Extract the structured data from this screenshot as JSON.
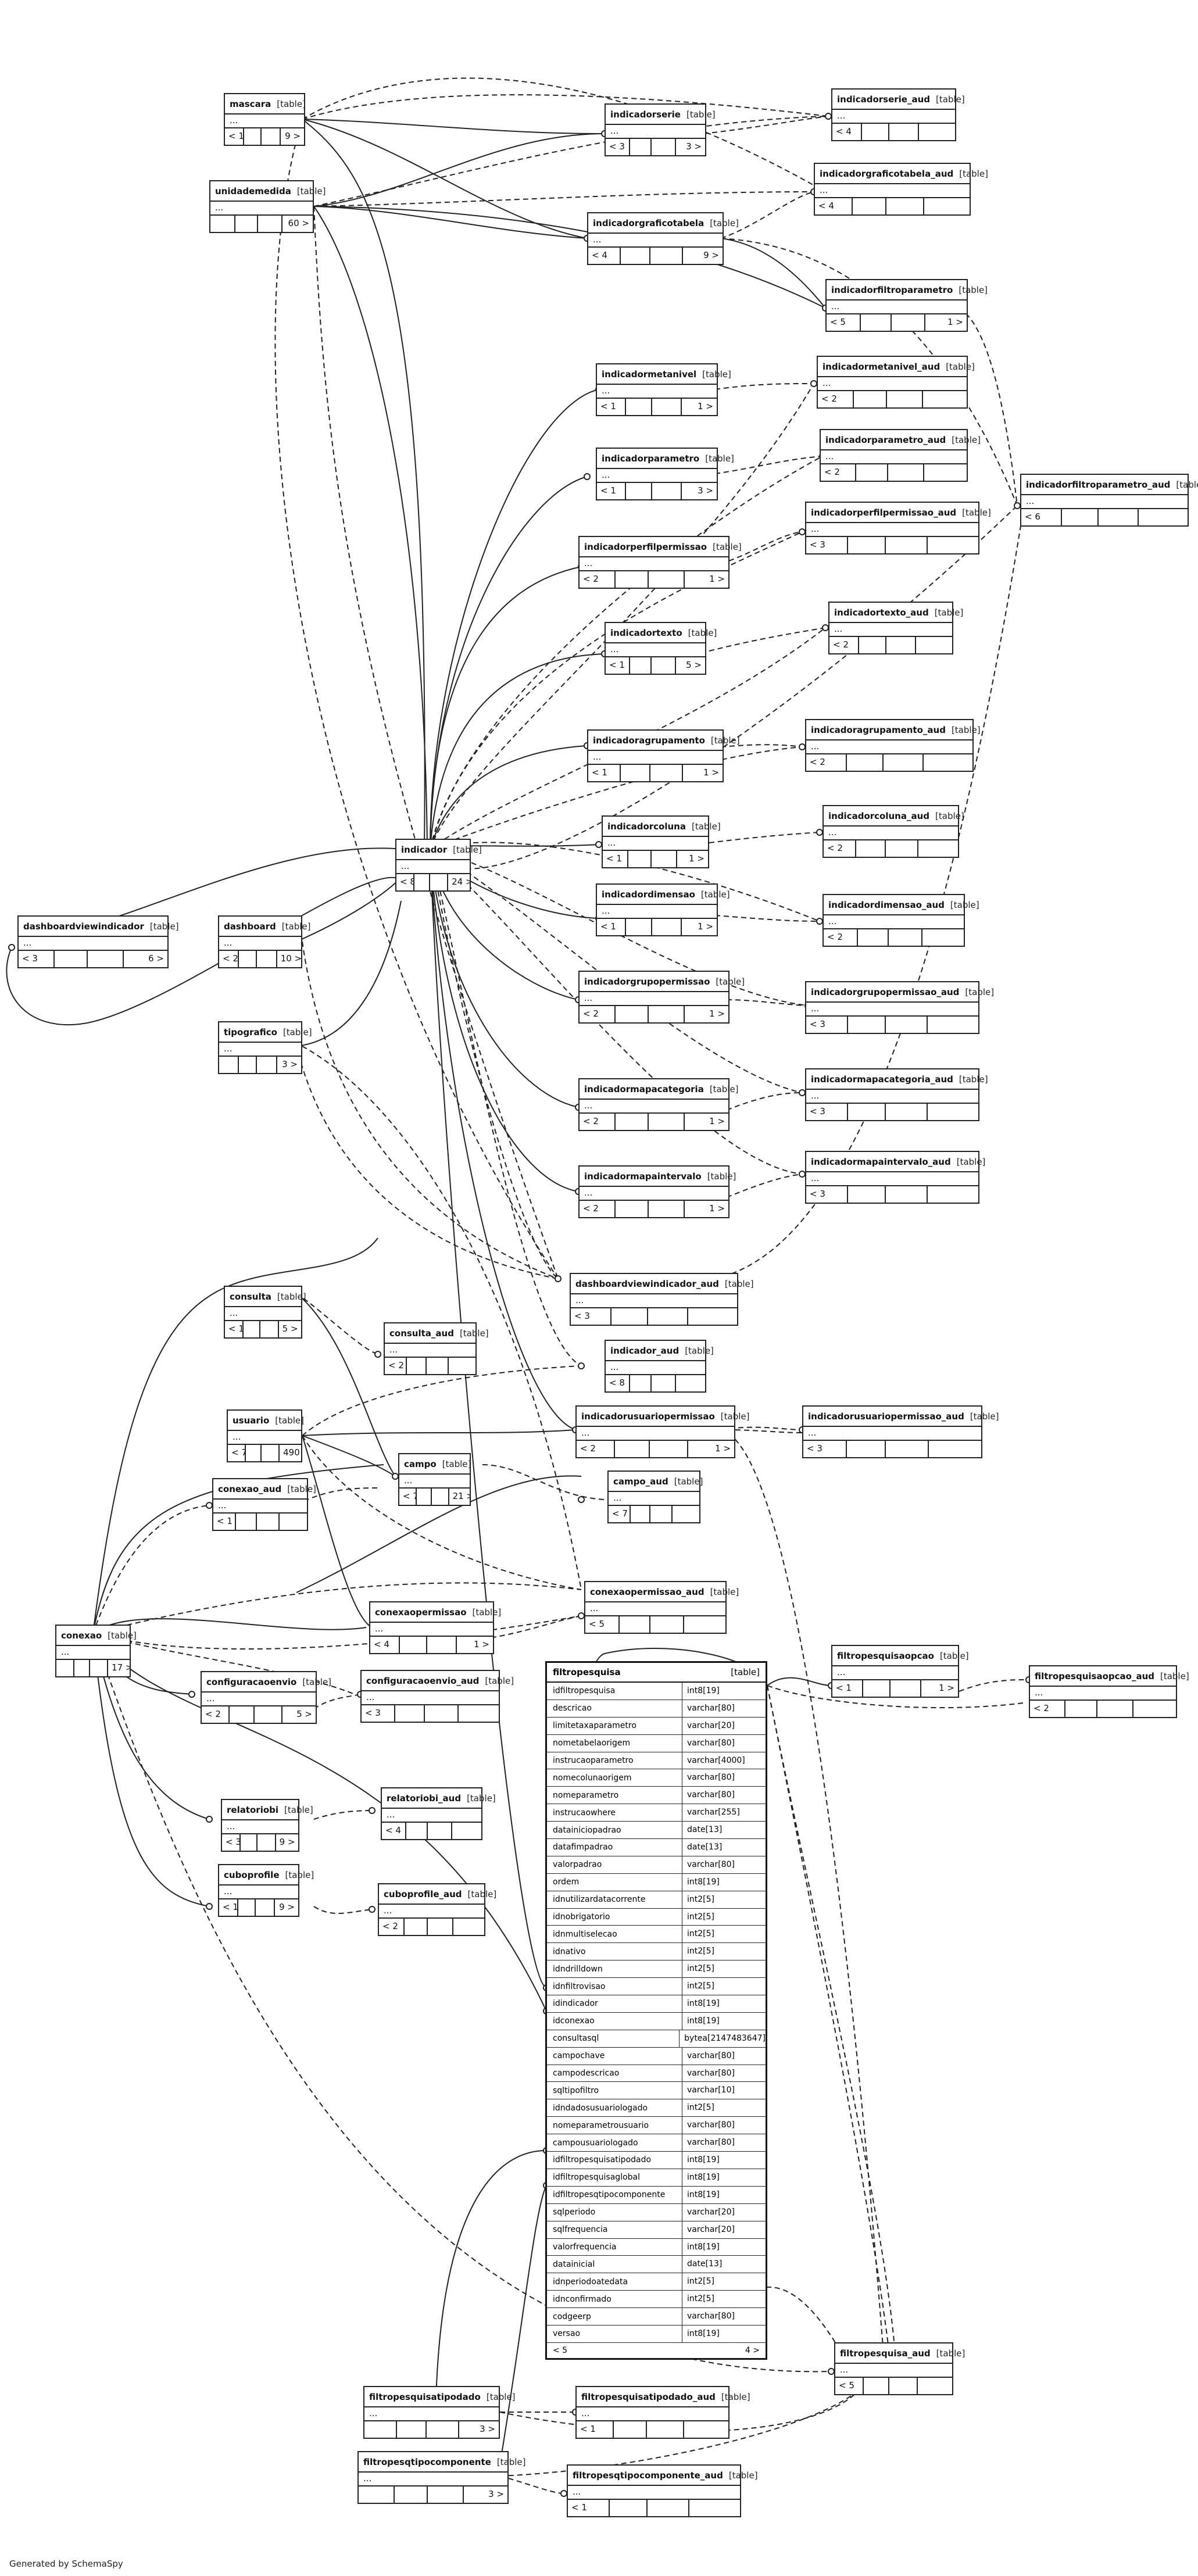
{
  "tables": [
    {
      "id": "usuario_top",
      "name": "mascara",
      "kind": "[table]",
      "mid": "...",
      "foot": [
        "< 1",
        "",
        "",
        "9 >"
      ]
    },
    {
      "id": "unidademedida",
      "name": "unidademedida",
      "kind": "[table]",
      "mid": "...",
      "foot": [
        "",
        "",
        "",
        "60 >"
      ]
    },
    {
      "id": "indicadorserie",
      "name": "indicadorserie",
      "kind": "[table]",
      "mid": "...",
      "foot": [
        "< 3",
        "",
        "",
        "3 >"
      ]
    },
    {
      "id": "indicadorserie_aud",
      "name": "indicadorserie_aud",
      "kind": "[table]",
      "mid": "...",
      "foot": [
        "< 4",
        "",
        "",
        ""
      ]
    },
    {
      "id": "indicadorgraficotabela_aud",
      "name": "indicadorgraficotabela_aud",
      "kind": "[table]",
      "mid": "...",
      "foot": [
        "< 4",
        "",
        "",
        ""
      ]
    },
    {
      "id": "indicadorgraficotabela",
      "name": "indicadorgraficotabela",
      "kind": "[table]",
      "mid": "...",
      "foot": [
        "< 4",
        "",
        "",
        "9 >"
      ]
    },
    {
      "id": "indicadorfiltroparametro",
      "name": "indicadorfiltroparametro",
      "kind": "[table]",
      "mid": "...",
      "foot": [
        "< 5",
        "",
        "",
        "1 >"
      ]
    },
    {
      "id": "indicadormetanivel",
      "name": "indicadormetanivel",
      "kind": "[table]",
      "mid": "...",
      "foot": [
        "< 1",
        "",
        "",
        "1 >"
      ]
    },
    {
      "id": "indicadormetanivel_aud",
      "name": "indicadormetanivel_aud",
      "kind": "[table]",
      "mid": "...",
      "foot": [
        "< 2",
        "",
        "",
        ""
      ]
    },
    {
      "id": "indicadorparametro",
      "name": "indicadorparametro",
      "kind": "[table]",
      "mid": "...",
      "foot": [
        "< 1",
        "",
        "",
        "3 >"
      ]
    },
    {
      "id": "indicadorparametro_aud",
      "name": "indicadorparametro_aud",
      "kind": "[table]",
      "mid": "...",
      "foot": [
        "< 2",
        "",
        "",
        ""
      ]
    },
    {
      "id": "indicadorfiltroparametro_aud",
      "name": "indicadorfiltroparametro_aud",
      "kind": "[table]",
      "mid": "...",
      "foot": [
        "< 6",
        "",
        "",
        ""
      ]
    },
    {
      "id": "indicadorperfilpermissao",
      "name": "indicadorperfilpermissao",
      "kind": "[table]",
      "mid": "...",
      "foot": [
        "< 2",
        "",
        "",
        "1 >"
      ]
    },
    {
      "id": "indicadorperfilpermissao_aud",
      "name": "indicadorperfilpermissao_aud",
      "kind": "[table]",
      "mid": "...",
      "foot": [
        "< 3",
        "",
        "",
        ""
      ]
    },
    {
      "id": "indicadortexto",
      "name": "indicadortexto",
      "kind": "[table]",
      "mid": "...",
      "foot": [
        "< 1",
        "",
        "",
        "5 >"
      ]
    },
    {
      "id": "indicadortexto_aud",
      "name": "indicadortexto_aud",
      "kind": "[table]",
      "mid": "...",
      "foot": [
        "< 2",
        "",
        "",
        ""
      ]
    },
    {
      "id": "indicadoragrupamento",
      "name": "indicadoragrupamento",
      "kind": "[table]",
      "mid": "...",
      "foot": [
        "< 1",
        "",
        "",
        "1 >"
      ]
    },
    {
      "id": "indicadoragrupamento_aud",
      "name": "indicadoragrupamento_aud",
      "kind": "[table]",
      "mid": "...",
      "foot": [
        "< 2",
        "",
        "",
        ""
      ]
    },
    {
      "id": "indicadorcoluna",
      "name": "indicadorcoluna",
      "kind": "[table]",
      "mid": "...",
      "foot": [
        "< 1",
        "",
        "",
        "1 >"
      ]
    },
    {
      "id": "indicadorcoluna_aud",
      "name": "indicadorcoluna_aud",
      "kind": "[table]",
      "mid": "...",
      "foot": [
        "< 2",
        "",
        "",
        ""
      ]
    },
    {
      "id": "indicador",
      "name": "indicador",
      "kind": "[table]",
      "mid": "...",
      "foot": [
        "< 8",
        "",
        "",
        "24 >"
      ]
    },
    {
      "id": "indicadordimensao",
      "name": "indicadordimensao",
      "kind": "[table]",
      "mid": "...",
      "foot": [
        "< 1",
        "",
        "",
        "1 >"
      ]
    },
    {
      "id": "indicadordimensao_aud",
      "name": "indicadordimensao_aud",
      "kind": "[table]",
      "mid": "...",
      "foot": [
        "< 2",
        "",
        "",
        ""
      ]
    },
    {
      "id": "dashboardviewindicador",
      "name": "dashboardviewindicador",
      "kind": "[table]",
      "mid": "...",
      "foot": [
        "< 3",
        "",
        "",
        "6 >"
      ]
    },
    {
      "id": "dashboard",
      "name": "dashboard",
      "kind": "[table]",
      "mid": "...",
      "foot": [
        "< 2",
        "",
        "",
        "10 >"
      ]
    },
    {
      "id": "indicadorgrupopermissao",
      "name": "indicadorgrupopermissao",
      "kind": "[table]",
      "mid": "...",
      "foot": [
        "< 2",
        "",
        "",
        "1 >"
      ]
    },
    {
      "id": "indicadorgrupopermissao_aud",
      "name": "indicadorgrupopermissao_aud",
      "kind": "[table]",
      "mid": "...",
      "foot": [
        "< 3",
        "",
        "",
        ""
      ]
    },
    {
      "id": "tipografico",
      "name": "tipografico",
      "kind": "[table]",
      "mid": "...",
      "foot": [
        "",
        "",
        "",
        "3 >"
      ]
    },
    {
      "id": "indicadormapacategoria",
      "name": "indicadormapacategoria",
      "kind": "[table]",
      "mid": "...",
      "foot": [
        "< 2",
        "",
        "",
        "1 >"
      ]
    },
    {
      "id": "indicadormapacategoria_aud",
      "name": "indicadormapacategoria_aud",
      "kind": "[table]",
      "mid": "...",
      "foot": [
        "< 3",
        "",
        "",
        ""
      ]
    },
    {
      "id": "indicadormapaintervalo",
      "name": "indicadormapaintervalo",
      "kind": "[table]",
      "mid": "...",
      "foot": [
        "< 2",
        "",
        "",
        "1 >"
      ]
    },
    {
      "id": "indicadormapaintervalo_aud",
      "name": "indicadormapaintervalo_aud",
      "kind": "[table]",
      "mid": "...",
      "foot": [
        "< 3",
        "",
        "",
        ""
      ]
    },
    {
      "id": "dashboardviewindicador_aud",
      "name": "dashboardviewindicador_aud",
      "kind": "[table]",
      "mid": "...",
      "foot": [
        "< 3",
        "",
        "",
        ""
      ]
    },
    {
      "id": "consulta",
      "name": "consulta",
      "kind": "[table]",
      "mid": "...",
      "foot": [
        "< 1",
        "",
        "",
        "5 >"
      ]
    },
    {
      "id": "consulta_aud",
      "name": "consulta_aud",
      "kind": "[table]",
      "mid": "...",
      "foot": [
        "< 2",
        "",
        "",
        ""
      ]
    },
    {
      "id": "indicador_aud",
      "name": "indicador_aud",
      "kind": "[table]",
      "mid": "...",
      "foot": [
        "< 8",
        "",
        "",
        ""
      ]
    },
    {
      "id": "usuario",
      "name": "usuario",
      "kind": "[table]",
      "mid": "...",
      "foot": [
        "< 7",
        "",
        "",
        "490 >"
      ]
    },
    {
      "id": "indicadorusuariopermissao",
      "name": "indicadorusuariopermissao",
      "kind": "[table]",
      "mid": "...",
      "foot": [
        "< 2",
        "",
        "",
        "1 >"
      ]
    },
    {
      "id": "indicadorusuariopermissao_aud",
      "name": "indicadorusuariopermissao_aud",
      "kind": "[table]",
      "mid": "...",
      "foot": [
        "< 3",
        "",
        "",
        ""
      ]
    },
    {
      "id": "campo",
      "name": "campo",
      "kind": "[table]",
      "mid": "...",
      "foot": [
        "< 7",
        "",
        "",
        "21 >"
      ]
    },
    {
      "id": "conexao_aud",
      "name": "conexao_aud",
      "kind": "[table]",
      "mid": "...",
      "foot": [
        "< 1",
        "",
        "",
        ""
      ]
    },
    {
      "id": "campo_aud",
      "name": "campo_aud",
      "kind": "[table]",
      "mid": "...",
      "foot": [
        "< 7",
        "",
        "",
        ""
      ]
    },
    {
      "id": "conexaopermissao",
      "name": "conexaopermissao",
      "kind": "[table]",
      "mid": "...",
      "foot": [
        "< 4",
        "",
        "",
        "1 >"
      ]
    },
    {
      "id": "conexaopermissao_aud",
      "name": "conexaopermissao_aud",
      "kind": "[table]",
      "mid": "...",
      "foot": [
        "< 5",
        "",
        "",
        ""
      ]
    },
    {
      "id": "conexao",
      "name": "conexao",
      "kind": "[table]",
      "mid": "...",
      "foot": [
        "",
        "",
        "",
        "17 >"
      ]
    },
    {
      "id": "configuracaoenvio",
      "name": "configuracaoenvio",
      "kind": "[table]",
      "mid": "...",
      "foot": [
        "< 2",
        "",
        "",
        "5 >"
      ]
    },
    {
      "id": "configuracaoenvio_aud",
      "name": "configuracaoenvio_aud",
      "kind": "[table]",
      "mid": "...",
      "foot": [
        "< 3",
        "",
        "",
        ""
      ]
    },
    {
      "id": "filtropesquisaopcao",
      "name": "filtropesquisaopcao",
      "kind": "[table]",
      "mid": "...",
      "foot": [
        "< 1",
        "",
        "",
        "1 >"
      ]
    },
    {
      "id": "filtropesquisaopcao_aud",
      "name": "filtropesquisaopcao_aud",
      "kind": "[table]",
      "mid": "...",
      "foot": [
        "< 2",
        "",
        "",
        ""
      ]
    },
    {
      "id": "relatoriobi",
      "name": "relatoriobi",
      "kind": "[table]",
      "mid": "...",
      "foot": [
        "< 3",
        "",
        "",
        "9 >"
      ]
    },
    {
      "id": "relatoriobi_aud",
      "name": "relatoriobi_aud",
      "kind": "[table]",
      "mid": "...",
      "foot": [
        "< 4",
        "",
        "",
        ""
      ]
    },
    {
      "id": "cuboprofile",
      "name": "cuboprofile",
      "kind": "[table]",
      "mid": "...",
      "foot": [
        "< 1",
        "",
        "",
        "9 >"
      ]
    },
    {
      "id": "cuboprofile_aud",
      "name": "cuboprofile_aud",
      "kind": "[table]",
      "mid": "...",
      "foot": [
        "< 2",
        "",
        "",
        ""
      ]
    },
    {
      "id": "filtropesquisa_aud",
      "name": "filtropesquisa_aud",
      "kind": "[table]",
      "mid": "...",
      "foot": [
        "< 5",
        "",
        "",
        ""
      ]
    },
    {
      "id": "filtropesquisatipodado",
      "name": "filtropesquisatipodado",
      "kind": "[table]",
      "mid": "...",
      "foot": [
        "",
        "",
        "",
        "3 >"
      ]
    },
    {
      "id": "filtropesquisatipodado_aud",
      "name": "filtropesquisatipodado_aud",
      "kind": "[table]",
      "mid": "...",
      "foot": [
        "< 1",
        "",
        "",
        ""
      ]
    },
    {
      "id": "filtropesqtipocomponente",
      "name": "filtropesqtipocomponente",
      "kind": "[table]",
      "mid": "...",
      "foot": [
        "",
        "",
        "",
        "3 >"
      ]
    },
    {
      "id": "filtropesqtipocomponente_aud",
      "name": "filtropesqtipocomponente_aud",
      "kind": "[table]",
      "mid": "...",
      "foot": [
        "< 1",
        "",
        "",
        ""
      ]
    }
  ],
  "main_table": {
    "name": "filtropesquisa",
    "kind": "[table]",
    "columns": [
      [
        "idfiltropesquisa",
        "int8[19]"
      ],
      [
        "descricao",
        "varchar[80]"
      ],
      [
        "limitetaxaparametro",
        "varchar[20]"
      ],
      [
        "nometabelaorigem",
        "varchar[80]"
      ],
      [
        "instrucaoparametro",
        "varchar[4000]"
      ],
      [
        "nomecolunaorigem",
        "varchar[80]"
      ],
      [
        "nomeparametro",
        "varchar[80]"
      ],
      [
        "instrucaowhere",
        "varchar[255]"
      ],
      [
        "datainiciopadrao",
        "date[13]"
      ],
      [
        "datafimpadrao",
        "date[13]"
      ],
      [
        "valorpadrao",
        "varchar[80]"
      ],
      [
        "ordem",
        "int8[19]"
      ],
      [
        "idnutilizardatacorrente",
        "int2[5]"
      ],
      [
        "idnobrigatorio",
        "int2[5]"
      ],
      [
        "idnmultiselecao",
        "int2[5]"
      ],
      [
        "idnativo",
        "int2[5]"
      ],
      [
        "idndrilldown",
        "int2[5]"
      ],
      [
        "idnfiltrovisao",
        "int2[5]"
      ],
      [
        "idindicador",
        "int8[19]"
      ],
      [
        "idconexao",
        "int8[19]"
      ],
      [
        "consultasql",
        "bytea[2147483647]"
      ],
      [
        "campochave",
        "varchar[80]"
      ],
      [
        "campodescricao",
        "varchar[80]"
      ],
      [
        "sqltipofiltro",
        "varchar[10]"
      ],
      [
        "idndadosusuariologado",
        "int2[5]"
      ],
      [
        "nomeparametrousuario",
        "varchar[80]"
      ],
      [
        "campousuariologado",
        "varchar[80]"
      ],
      [
        "idfiltropesquisatipodado",
        "int8[19]"
      ],
      [
        "idfiltropesquisaglobal",
        "int8[19]"
      ],
      [
        "idfiltropesqtipocomponente",
        "int8[19]"
      ],
      [
        "sqlperiodo",
        "varchar[20]"
      ],
      [
        "sqlfrequencia",
        "varchar[20]"
      ],
      [
        "valorfrequencia",
        "int8[19]"
      ],
      [
        "datainicial",
        "date[13]"
      ],
      [
        "idnperiodoatedata",
        "int2[5]"
      ],
      [
        "idnconfirmado",
        "int2[5]"
      ],
      [
        "codgeerp",
        "varchar[80]"
      ],
      [
        "versao",
        "int8[19]"
      ]
    ],
    "foot": [
      "< 5",
      "4 >"
    ]
  },
  "footer": "Generated by SchemaSpy",
  "colors": {
    "line": "#222222",
    "background": "#ffffff"
  }
}
